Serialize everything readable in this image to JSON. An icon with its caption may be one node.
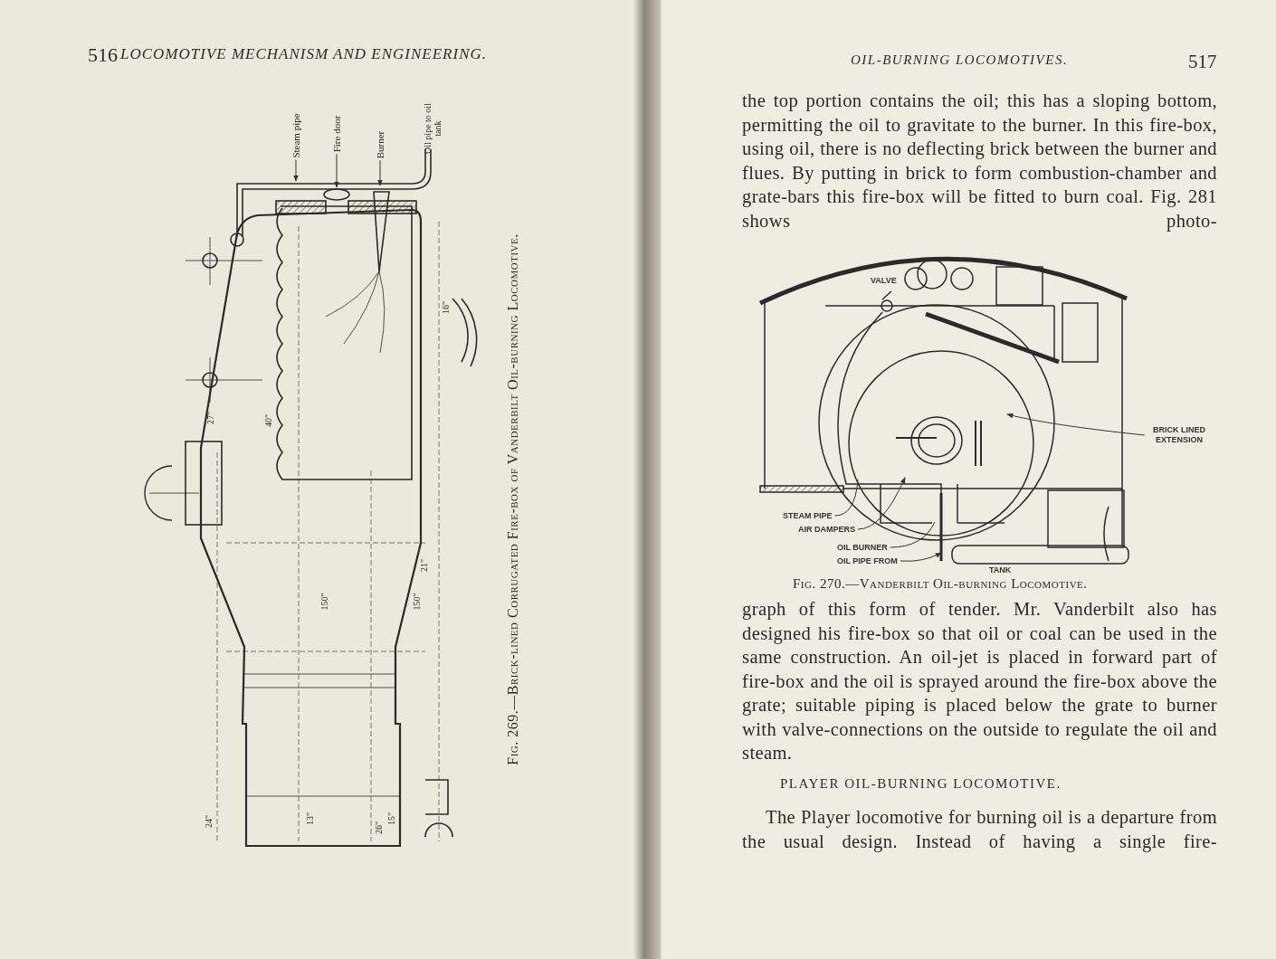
{
  "diagram": {
    "nodes": [
      {
        "text": [
          "Steam pipe"
        ]
      },
      {
        "text": [
          "Fire door"
        ]
      },
      {
        "text": [
          "Burner"
        ]
      },
      {
        "text": [
          "BRICK LINED EXTENSION"
        ]
      },
      {
        "text": [
          "STEAM PIPE"
        ]
      },
      {
        "text": [
          "AIR DAMPERS"
        ]
      },
      {
        "text": [
          "OIL BURNER"
        ]
      },
      {
        "text": [
          "OIL PIPE FROM"
        ]
      }
    ],
    "edges": [
      {
        "from": 0,
        "to": null,
        "arrow": "to"
      },
      {
        "from": 1,
        "to": null,
        "arrow": "to"
      },
      {
        "from": 2,
        "to": null,
        "arrow": "to"
      },
      {
        "from": 3,
        "to": null,
        "arrow": "to"
      },
      {
        "from": 4,
        "to": null,
        "arrow": "none"
      },
      {
        "from": 5,
        "to": null,
        "arrow": "to"
      },
      {
        "from": 6,
        "to": null,
        "arrow": "none"
      },
      {
        "from": 7,
        "to": null,
        "arrow": "to"
      }
    ],
    "labels": [
      "516",
      "LOCOMOTIVE MECHANISM AND ENGINEERING.",
      "OIL-BURNING LOCOMOTIVES.",
      "517",
      "the top portion contains the oil; this has a sloping bottom, permitting the oil to gravitate to the burner. In this fire-box, using oil, there is no deflecting brick between the burner and flues. By putting in brick to form combustion-chamber and grate-bars this fire-box will be fitted to burn coal. Fig. 281 shows photo-",
      "VALVE",
      "TANK",
      "Fig. 270.—Vanderbilt Oil-burning Locomotive.",
      "graph of this form of tender. Mr. Vanderbilt also has designed his fire-box so that oil or coal can be used in the same construction. An oil-jet is placed in forward part of fire-box and the oil is sprayed around the fire-box above the grate; suitable piping is placed below the grate to burner with valve-connections on the outside to regulate the oil and steam.",
      "PLAYER OIL-BURNING LOCOMOTIVE.",
      "The Player locomotive for burning oil is a departure from the usual design. Instead of having a single fire-",
      "Fig. 269.—Brick-lined Corrugated Fire-box of Vanderbilt Oil-burning Locomotive.",
      "Oil pipe to oil tank",
      "16\"",
      "27\"",
      "40\"",
      "21\"",
      "150\"",
      "150\"",
      "24\"",
      "13\"",
      "26\"",
      "15\""
    ]
  }
}
